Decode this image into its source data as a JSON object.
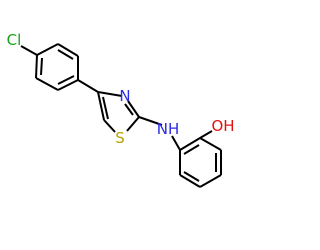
{
  "structure": {
    "atoms": {
      "chlorine": {
        "text": "Cl",
        "color": "#1aa01a"
      },
      "nitrogen_ring": {
        "text": "N",
        "color": "#2a2adf"
      },
      "sulfur": {
        "text": "S",
        "color": "#b8a200"
      },
      "amine": {
        "text": "NH",
        "color": "#2a2adf"
      },
      "hydroxyl": {
        "text": "OH",
        "color": "#e01010"
      }
    },
    "bond_color": "#000000"
  }
}
